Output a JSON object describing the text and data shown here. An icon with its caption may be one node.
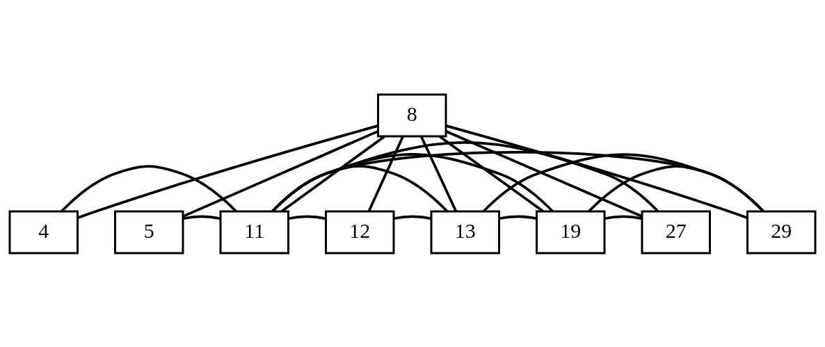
{
  "diagram": {
    "nodes": [
      {
        "text": [
          "8"
        ]
      },
      {
        "text": [
          "4"
        ]
      },
      {
        "text": [
          "5"
        ]
      },
      {
        "text": [
          "11"
        ]
      },
      {
        "text": [
          "12"
        ]
      },
      {
        "text": [
          "13"
        ]
      },
      {
        "text": [
          "19"
        ]
      },
      {
        "text": [
          "27"
        ]
      },
      {
        "text": [
          "29"
        ]
      }
    ],
    "edges": [
      {
        "from": 0,
        "to": 1,
        "arrow": "none"
      },
      {
        "from": 0,
        "to": 2,
        "arrow": "none"
      },
      {
        "from": 0,
        "to": 3,
        "arrow": "none"
      },
      {
        "from": 0,
        "to": 4,
        "arrow": "none"
      },
      {
        "from": 0,
        "to": 5,
        "arrow": "none"
      },
      {
        "from": 0,
        "to": 6,
        "arrow": "none"
      },
      {
        "from": 0,
        "to": 7,
        "arrow": "none"
      },
      {
        "from": 0,
        "to": 8,
        "arrow": "none"
      },
      {
        "from": 2,
        "to": 3,
        "arrow": "none"
      },
      {
        "from": 3,
        "to": 4,
        "arrow": "none"
      },
      {
        "from": 4,
        "to": 5,
        "arrow": "none"
      },
      {
        "from": 5,
        "to": 6,
        "arrow": "none"
      },
      {
        "from": 6,
        "to": 7,
        "arrow": "none"
      },
      {
        "from": 1,
        "to": 3,
        "arrow": "none"
      },
      {
        "from": 3,
        "to": 5,
        "arrow": "none"
      },
      {
        "from": 3,
        "to": 6,
        "arrow": "none"
      },
      {
        "from": 3,
        "to": 7,
        "arrow": "none"
      },
      {
        "from": 3,
        "to": 8,
        "arrow": "none"
      },
      {
        "from": 5,
        "to": 8,
        "arrow": "none"
      },
      {
        "from": 6,
        "to": 8,
        "arrow": "none"
      }
    ]
  }
}
